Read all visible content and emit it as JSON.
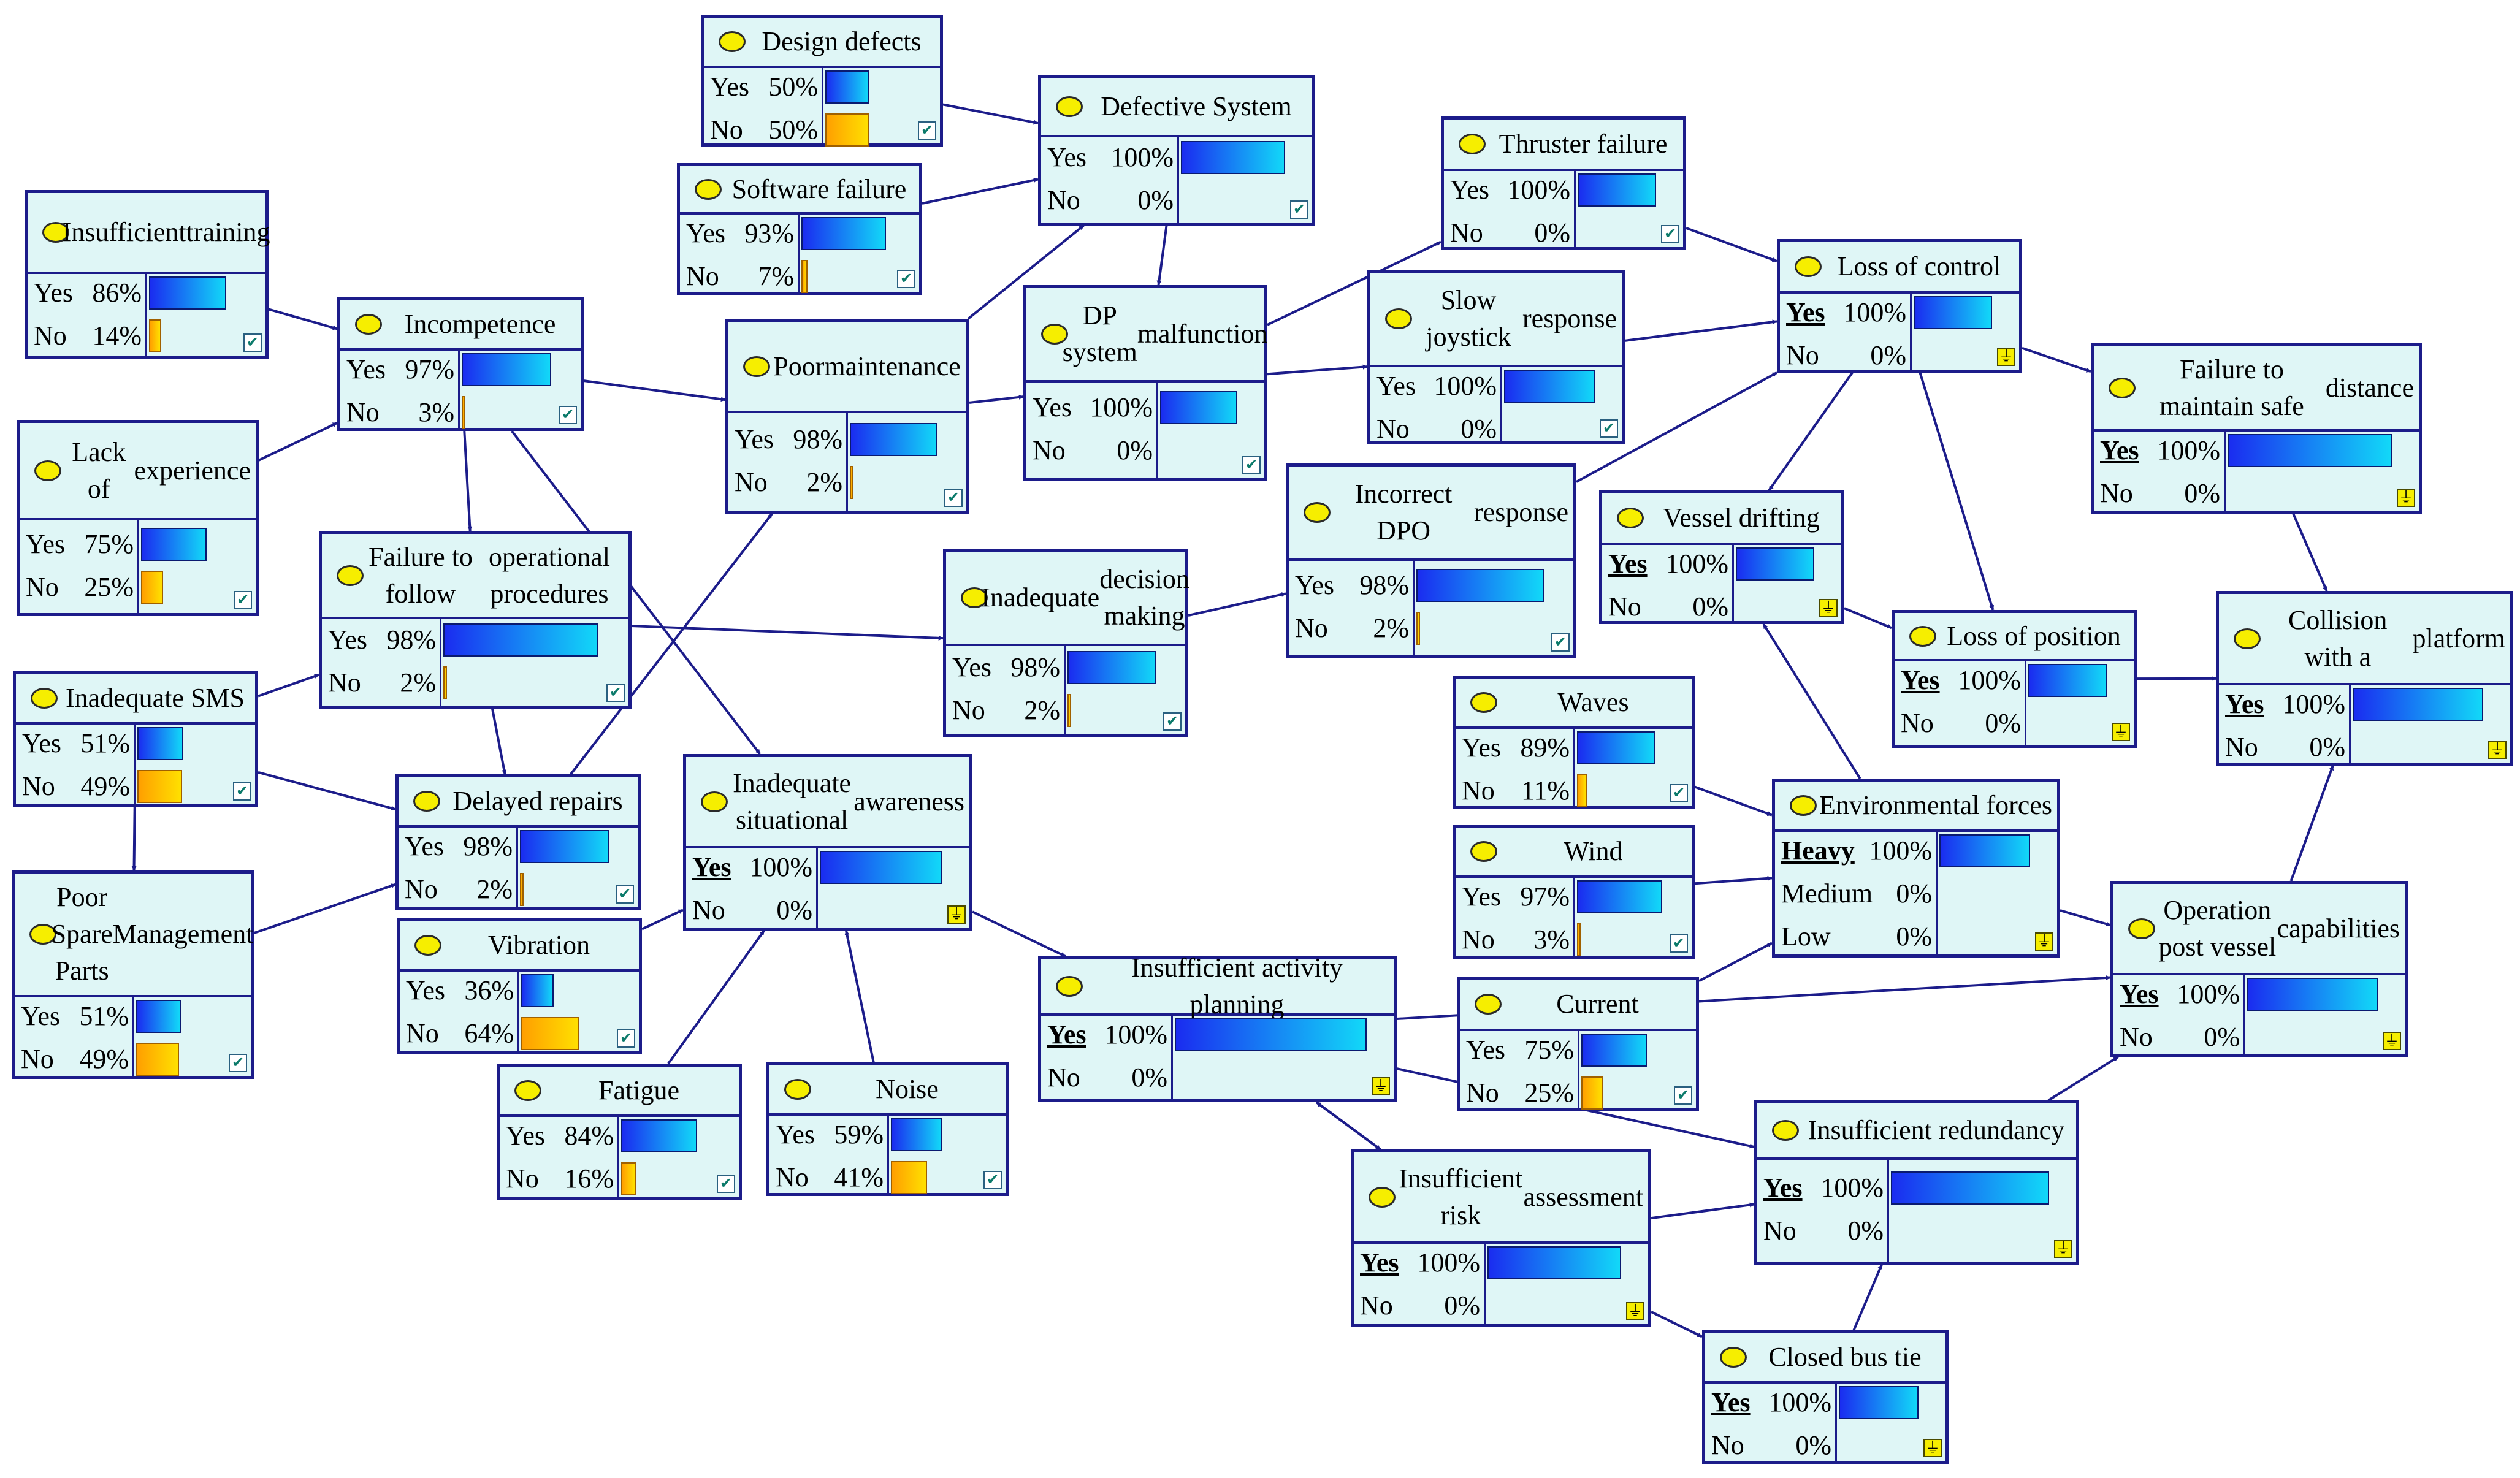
{
  "colors": {
    "node_fill": "#dff6f6",
    "node_border": "#1c1c8a",
    "edge": "#1c1c8a",
    "bulb": "#f6ee00",
    "bar_yes": "#1a2cf0",
    "bar_no": "#ff9f00"
  },
  "nodes": [
    {
      "id": "design_defects",
      "title": [
        "Design defects"
      ],
      "states": [
        {
          "label": "Yes",
          "pct": "50%",
          "value": 0.5
        },
        {
          "label": "No",
          "pct": "50%",
          "value": 0.5
        }
      ],
      "badge": "check-icon"
    },
    {
      "id": "defective_system",
      "title": [
        "Defective System"
      ],
      "states": [
        {
          "label": "Yes",
          "pct": "100%",
          "value": 1.0
        },
        {
          "label": "No",
          "pct": "0%",
          "value": 0.0
        }
      ],
      "badge": "check-icon"
    },
    {
      "id": "software_failure",
      "title": [
        "Software failure"
      ],
      "states": [
        {
          "label": "Yes",
          "pct": "93%",
          "value": 0.93
        },
        {
          "label": "No",
          "pct": "7%",
          "value": 0.07
        }
      ],
      "badge": "check-icon"
    },
    {
      "id": "insufficient_training",
      "title": [
        "Insufficient",
        "training"
      ],
      "states": [
        {
          "label": "Yes",
          "pct": "86%",
          "value": 0.86
        },
        {
          "label": "No",
          "pct": "14%",
          "value": 0.14
        }
      ],
      "badge": "check-icon"
    },
    {
      "id": "incompetence",
      "title": [
        "Incompetence"
      ],
      "states": [
        {
          "label": "Yes",
          "pct": "97%",
          "value": 0.97
        },
        {
          "label": "No",
          "pct": "3%",
          "value": 0.03
        }
      ],
      "badge": "check-icon"
    },
    {
      "id": "poor_maintenance",
      "title": [
        "Poor",
        "maintenance"
      ],
      "states": [
        {
          "label": "Yes",
          "pct": "98%",
          "value": 0.98
        },
        {
          "label": "No",
          "pct": "2%",
          "value": 0.02
        }
      ],
      "badge": "check-icon"
    },
    {
      "id": "dp_system_malfunction",
      "title": [
        "DP system",
        "malfunction"
      ],
      "states": [
        {
          "label": "Yes",
          "pct": "100%",
          "value": 1.0
        },
        {
          "label": "No",
          "pct": "0%",
          "value": 0.0
        }
      ],
      "badge": "check-icon"
    },
    {
      "id": "thruster_failure",
      "title": [
        "Thruster failure"
      ],
      "states": [
        {
          "label": "Yes",
          "pct": "100%",
          "value": 1.0
        },
        {
          "label": "No",
          "pct": "0%",
          "value": 0.0
        }
      ],
      "badge": "check-icon"
    },
    {
      "id": "slow_joystick_response",
      "title": [
        "Slow joystick",
        "response"
      ],
      "states": [
        {
          "label": "Yes",
          "pct": "100%",
          "value": 1.0
        },
        {
          "label": "No",
          "pct": "0%",
          "value": 0.0
        }
      ],
      "badge": "check-icon"
    },
    {
      "id": "loss_of_control",
      "title": [
        "Loss of control"
      ],
      "states": [
        {
          "label": "Yes",
          "pct": "100%",
          "value": 1.0,
          "evidence": true
        },
        {
          "label": "No",
          "pct": "0%",
          "value": 0.0
        }
      ],
      "badge": "evidence-icon"
    },
    {
      "id": "failure_safe_distance",
      "title": [
        "Failure to maintain safe",
        "distance"
      ],
      "states": [
        {
          "label": "Yes",
          "pct": "100%",
          "value": 1.0,
          "evidence": true
        },
        {
          "label": "No",
          "pct": "0%",
          "value": 0.0
        }
      ],
      "badge": "evidence-icon"
    },
    {
      "id": "lack_of_experience",
      "title": [
        "Lack of",
        "experience"
      ],
      "states": [
        {
          "label": "Yes",
          "pct": "75%",
          "value": 0.75
        },
        {
          "label": "No",
          "pct": "25%",
          "value": 0.25
        }
      ],
      "badge": "check-icon"
    },
    {
      "id": "failure_to_follow",
      "title": [
        "Failure to follow",
        "operational procedures"
      ],
      "states": [
        {
          "label": "Yes",
          "pct": "98%",
          "value": 0.98
        },
        {
          "label": "No",
          "pct": "2%",
          "value": 0.02
        }
      ],
      "badge": "check-icon"
    },
    {
      "id": "inadequate_decision_making",
      "title": [
        "Inadequate",
        "decision making"
      ],
      "states": [
        {
          "label": "Yes",
          "pct": "98%",
          "value": 0.98
        },
        {
          "label": "No",
          "pct": "2%",
          "value": 0.02
        }
      ],
      "badge": "check-icon"
    },
    {
      "id": "incorrect_dpo_response",
      "title": [
        "Incorrect DPO",
        "response"
      ],
      "states": [
        {
          "label": "Yes",
          "pct": "98%",
          "value": 0.98
        },
        {
          "label": "No",
          "pct": "2%",
          "value": 0.02
        }
      ],
      "badge": "check-icon"
    },
    {
      "id": "vessel_drifting",
      "title": [
        "Vessel drifting"
      ],
      "states": [
        {
          "label": "Yes",
          "pct": "100%",
          "value": 1.0,
          "evidence": true
        },
        {
          "label": "No",
          "pct": "0%",
          "value": 0.0
        }
      ],
      "badge": "evidence-icon"
    },
    {
      "id": "loss_of_position",
      "title": [
        "Loss of position"
      ],
      "states": [
        {
          "label": "Yes",
          "pct": "100%",
          "value": 1.0,
          "evidence": true
        },
        {
          "label": "No",
          "pct": "0%",
          "value": 0.0
        }
      ],
      "badge": "evidence-icon"
    },
    {
      "id": "collision_with_platform",
      "title": [
        "Collision with a",
        "platform"
      ],
      "states": [
        {
          "label": "Yes",
          "pct": "100%",
          "value": 1.0,
          "evidence": true
        },
        {
          "label": "No",
          "pct": "0%",
          "value": 0.0
        }
      ],
      "badge": "evidence-icon"
    },
    {
      "id": "inadequate_sms",
      "title": [
        "Inadequate SMS"
      ],
      "states": [
        {
          "label": "Yes",
          "pct": "51%",
          "value": 0.51
        },
        {
          "label": "No",
          "pct": "49%",
          "value": 0.49
        }
      ],
      "badge": "check-icon"
    },
    {
      "id": "delayed_repairs",
      "title": [
        "Delayed repairs"
      ],
      "states": [
        {
          "label": "Yes",
          "pct": "98%",
          "value": 0.98
        },
        {
          "label": "No",
          "pct": "2%",
          "value": 0.02
        }
      ],
      "badge": "check-icon"
    },
    {
      "id": "inadequate_situational_awareness",
      "title": [
        "Inadequate situational",
        "awareness"
      ],
      "states": [
        {
          "label": "Yes",
          "pct": "100%",
          "value": 1.0,
          "evidence": true
        },
        {
          "label": "No",
          "pct": "0%",
          "value": 0.0
        }
      ],
      "badge": "evidence-icon"
    },
    {
      "id": "waves",
      "title": [
        "Waves"
      ],
      "states": [
        {
          "label": "Yes",
          "pct": "89%",
          "value": 0.89
        },
        {
          "label": "No",
          "pct": "11%",
          "value": 0.11
        }
      ],
      "badge": "check-icon"
    },
    {
      "id": "environmental_forces",
      "title": [
        "Environmental forces"
      ],
      "states": [
        {
          "label": "Heavy",
          "pct": "100%",
          "value": 1.0,
          "evidence": true
        },
        {
          "label": "Medium",
          "pct": "0%",
          "value": 0.0
        },
        {
          "label": "Low",
          "pct": "0%",
          "value": 0.0
        }
      ],
      "badge": "evidence-icon"
    },
    {
      "id": "wind",
      "title": [
        "Wind"
      ],
      "states": [
        {
          "label": "Yes",
          "pct": "97%",
          "value": 0.97
        },
        {
          "label": "No",
          "pct": "3%",
          "value": 0.03
        }
      ],
      "badge": "check-icon"
    },
    {
      "id": "poor_spare_parts",
      "title": [
        "Poor Spare Parts",
        "Management"
      ],
      "states": [
        {
          "label": "Yes",
          "pct": "51%",
          "value": 0.51
        },
        {
          "label": "No",
          "pct": "49%",
          "value": 0.49
        }
      ],
      "badge": "check-icon"
    },
    {
      "id": "vibration",
      "title": [
        "Vibration"
      ],
      "states": [
        {
          "label": "Yes",
          "pct": "36%",
          "value": 0.36
        },
        {
          "label": "No",
          "pct": "64%",
          "value": 0.64
        }
      ],
      "badge": "check-icon"
    },
    {
      "id": "operation_post_vessel",
      "title": [
        "Operation post vessel",
        "capabilities"
      ],
      "states": [
        {
          "label": "Yes",
          "pct": "100%",
          "value": 1.0,
          "evidence": true
        },
        {
          "label": "No",
          "pct": "0%",
          "value": 0.0
        }
      ],
      "badge": "evidence-icon"
    },
    {
      "id": "insufficient_activity_planning",
      "title": [
        "Insufficient activity planning"
      ],
      "states": [
        {
          "label": "Yes",
          "pct": "100%",
          "value": 1.0,
          "evidence": true
        },
        {
          "label": "No",
          "pct": "0%",
          "value": 0.0
        }
      ],
      "badge": "evidence-icon"
    },
    {
      "id": "current",
      "title": [
        "Current"
      ],
      "states": [
        {
          "label": "Yes",
          "pct": "75%",
          "value": 0.75
        },
        {
          "label": "No",
          "pct": "25%",
          "value": 0.25
        }
      ],
      "badge": "check-icon"
    },
    {
      "id": "fatigue",
      "title": [
        "Fatigue"
      ],
      "states": [
        {
          "label": "Yes",
          "pct": "84%",
          "value": 0.84
        },
        {
          "label": "No",
          "pct": "16%",
          "value": 0.16
        }
      ],
      "badge": "check-icon"
    },
    {
      "id": "noise",
      "title": [
        "Noise"
      ],
      "states": [
        {
          "label": "Yes",
          "pct": "59%",
          "value": 0.59
        },
        {
          "label": "No",
          "pct": "41%",
          "value": 0.41
        }
      ],
      "badge": "check-icon"
    },
    {
      "id": "insufficient_redundancy",
      "title": [
        "Insufficient redundancy"
      ],
      "states": [
        {
          "label": "Yes",
          "pct": "100%",
          "value": 1.0,
          "evidence": true
        },
        {
          "label": "No",
          "pct": "0%",
          "value": 0.0
        }
      ],
      "badge": "evidence-icon"
    },
    {
      "id": "insufficient_risk_assessment",
      "title": [
        "Insufficient risk",
        "assessment"
      ],
      "states": [
        {
          "label": "Yes",
          "pct": "100%",
          "value": 1.0,
          "evidence": true
        },
        {
          "label": "No",
          "pct": "0%",
          "value": 0.0
        }
      ],
      "badge": "evidence-icon"
    },
    {
      "id": "closed_bus_tie",
      "title": [
        "Closed bus tie"
      ],
      "states": [
        {
          "label": "Yes",
          "pct": "100%",
          "value": 1.0,
          "evidence": true
        },
        {
          "label": "No",
          "pct": "0%",
          "value": 0.0
        }
      ],
      "badge": "evidence-icon"
    }
  ],
  "edges": [
    [
      "design_defects",
      "defective_system"
    ],
    [
      "software_failure",
      "defective_system"
    ],
    [
      "poor_maintenance",
      "defective_system"
    ],
    [
      "defective_system",
      "dp_system_malfunction"
    ],
    [
      "insufficient_training",
      "incompetence"
    ],
    [
      "lack_of_experience",
      "incompetence"
    ],
    [
      "incompetence",
      "poor_maintenance"
    ],
    [
      "incompetence",
      "failure_to_follow"
    ],
    [
      "incompetence",
      "inadequate_situational_awareness"
    ],
    [
      "poor_maintenance",
      "dp_system_malfunction"
    ],
    [
      "dp_system_malfunction",
      "thruster_failure"
    ],
    [
      "dp_system_malfunction",
      "slow_joystick_response"
    ],
    [
      "thruster_failure",
      "loss_of_control"
    ],
    [
      "slow_joystick_response",
      "loss_of_control"
    ],
    [
      "incorrect_dpo_response",
      "loss_of_control"
    ],
    [
      "loss_of_control",
      "failure_safe_distance"
    ],
    [
      "loss_of_control",
      "vessel_drifting"
    ],
    [
      "loss_of_control",
      "loss_of_position"
    ],
    [
      "failure_safe_distance",
      "collision_with_platform"
    ],
    [
      "vessel_drifting",
      "loss_of_position"
    ],
    [
      "loss_of_position",
      "collision_with_platform"
    ],
    [
      "failure_to_follow",
      "inadequate_decision_making"
    ],
    [
      "failure_to_follow",
      "delayed_repairs"
    ],
    [
      "inadequate_decision_making",
      "incorrect_dpo_response"
    ],
    [
      "inadequate_sms",
      "failure_to_follow"
    ],
    [
      "inadequate_sms",
      "delayed_repairs"
    ],
    [
      "inadequate_sms",
      "poor_spare_parts"
    ],
    [
      "poor_spare_parts",
      "delayed_repairs"
    ],
    [
      "delayed_repairs",
      "poor_maintenance"
    ],
    [
      "vibration",
      "inadequate_situational_awareness"
    ],
    [
      "fatigue",
      "inadequate_situational_awareness"
    ],
    [
      "noise",
      "inadequate_situational_awareness"
    ],
    [
      "inadequate_situational_awareness",
      "insufficient_activity_planning"
    ],
    [
      "waves",
      "environmental_forces"
    ],
    [
      "wind",
      "environmental_forces"
    ],
    [
      "current",
      "environmental_forces"
    ],
    [
      "environmental_forces",
      "vessel_drifting"
    ],
    [
      "environmental_forces",
      "operation_post_vessel"
    ],
    [
      "insufficient_activity_planning",
      "operation_post_vessel"
    ],
    [
      "insufficient_activity_planning",
      "insufficient_risk_assessment"
    ],
    [
      "insufficient_risk_assessment",
      "insufficient_activity_planning"
    ],
    [
      "insufficient_activity_planning",
      "insufficient_redundancy"
    ],
    [
      "insufficient_risk_assessment",
      "insufficient_redundancy"
    ],
    [
      "insufficient_risk_assessment",
      "closed_bus_tie"
    ],
    [
      "closed_bus_tie",
      "insufficient_redundancy"
    ],
    [
      "insufficient_redundancy",
      "operation_post_vessel"
    ],
    [
      "operation_post_vessel",
      "collision_with_platform"
    ]
  ]
}
